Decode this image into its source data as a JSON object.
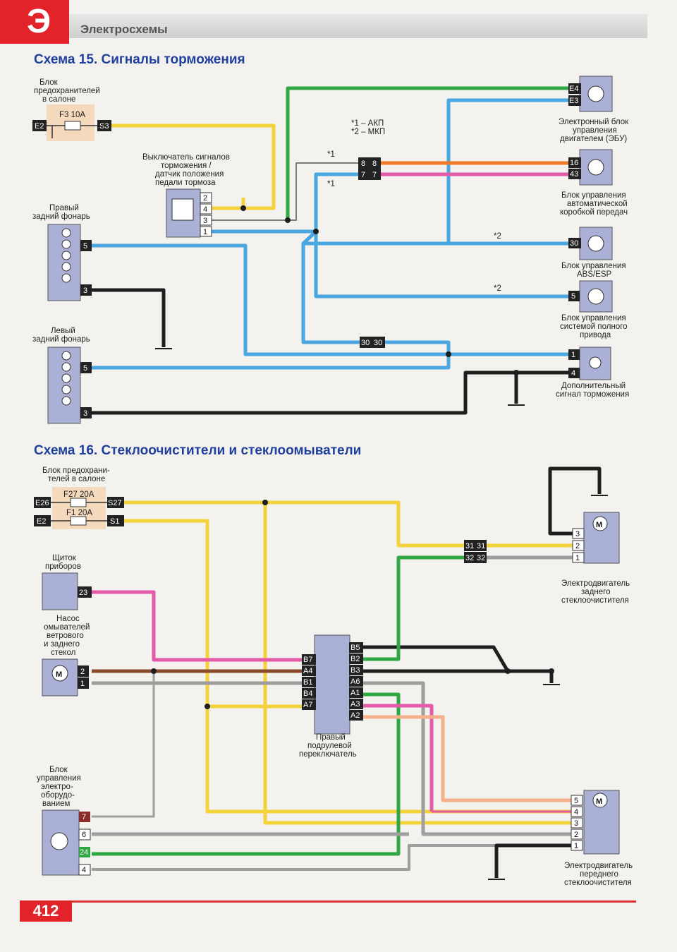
{
  "header": {
    "tab_letter": "Э",
    "section": "Электросхемы"
  },
  "scheme15": {
    "title": "Схема 15. Сигналы торможения",
    "fuse_block_label": [
      "Блок",
      "предохранителей",
      "в салоне"
    ],
    "fuse": "F3 10A",
    "fuse_in": "E2",
    "fuse_out": "S3",
    "switch_label": [
      "Выключатель сигналов",
      "торможения /",
      "датчик положения",
      "педали тормоза"
    ],
    "switch_pins": [
      "2",
      "4",
      "3",
      "1"
    ],
    "right_lamp_label": [
      "Правый",
      "задний фонарь"
    ],
    "right_lamp_pins": [
      "5",
      "3"
    ],
    "left_lamp_label": [
      "Левый",
      "задний фонарь"
    ],
    "left_lamp_pins": [
      "5",
      "3"
    ],
    "note1": "*1 – АКП",
    "note2": "*2 – МКП",
    "star1a": "*1",
    "star1b": "*1",
    "star2a": "*2",
    "star2b": "*2",
    "conn_88": [
      "8",
      "8"
    ],
    "conn_77": [
      "7",
      "7"
    ],
    "conn_3030": [
      "30",
      "30"
    ],
    "ecu_label": [
      "Электронный блок",
      "управления",
      "двигателем (ЭБУ)"
    ],
    "ecu_pins": [
      "E4",
      "E3"
    ],
    "akp_label": [
      "Блок управления",
      "автоматической",
      "коробкой передач"
    ],
    "akp_pins": [
      "16",
      "43"
    ],
    "abs_label": [
      "Блок управления",
      "ABS/ESP"
    ],
    "abs_pin": "30",
    "awd_label": [
      "Блок управления",
      "системой полного",
      "привода"
    ],
    "awd_pin": "5",
    "extra_label": [
      "Дополнительный",
      "сигнал торможения"
    ],
    "extra_pins": [
      "1",
      "4"
    ]
  },
  "scheme16": {
    "title": "Схема 16. Стеклоочистители и стеклоомыватели",
    "fuse_block_label": [
      "Блок предохрани-",
      "телей в салоне"
    ],
    "fuse1": "F27 20A",
    "fuse1_in": "E26",
    "fuse1_out": "S27",
    "fuse2": "F1 20A",
    "fuse2_in": "E2",
    "fuse2_out": "S1",
    "cluster_label": [
      "Щиток",
      "приборов"
    ],
    "cluster_pin": "23",
    "pump_label": [
      "Насос",
      "омывателей",
      "ветрового",
      "и заднего",
      "стекол"
    ],
    "pump_pins": [
      "2",
      "1"
    ],
    "switch_label": [
      "Правый",
      "подрулевой",
      "переключатель"
    ],
    "switch_left_pins": [
      "B7",
      "A4",
      "B1",
      "B4",
      "A7"
    ],
    "switch_right_pins": [
      "B5",
      "B2",
      "B3",
      "A6",
      "A1",
      "A3",
      "A2"
    ],
    "conn_3131": [
      "31",
      "31"
    ],
    "conn_3232": [
      "32",
      "32"
    ],
    "rear_motor_label": [
      "Электродвигатель",
      "заднего",
      "стеклоочистителя"
    ],
    "rear_motor_pins": [
      "3",
      "2",
      "1"
    ],
    "bcm_label": [
      "Блок",
      "управления",
      "электро-",
      "оборудо-",
      "ванием"
    ],
    "bcm_pins": [
      "7",
      "6",
      "24",
      "4"
    ],
    "front_motor_label": [
      "Электродвигатель",
      "переднего",
      "стеклоочистителя"
    ],
    "front_motor_pins": [
      "5",
      "4",
      "3",
      "2",
      "1"
    ]
  },
  "page_number": "412",
  "colors": {
    "yellow": "#f4d23c",
    "blue": "#4aa6e0",
    "green": "#2fa844",
    "black": "#1e1e1e",
    "pink": "#e35aa8",
    "orange": "#f07a2a",
    "grey": "#9e9e9e",
    "brown": "#8a4a2c",
    "salmon": "#f3b08a",
    "red": "#e2232a"
  }
}
